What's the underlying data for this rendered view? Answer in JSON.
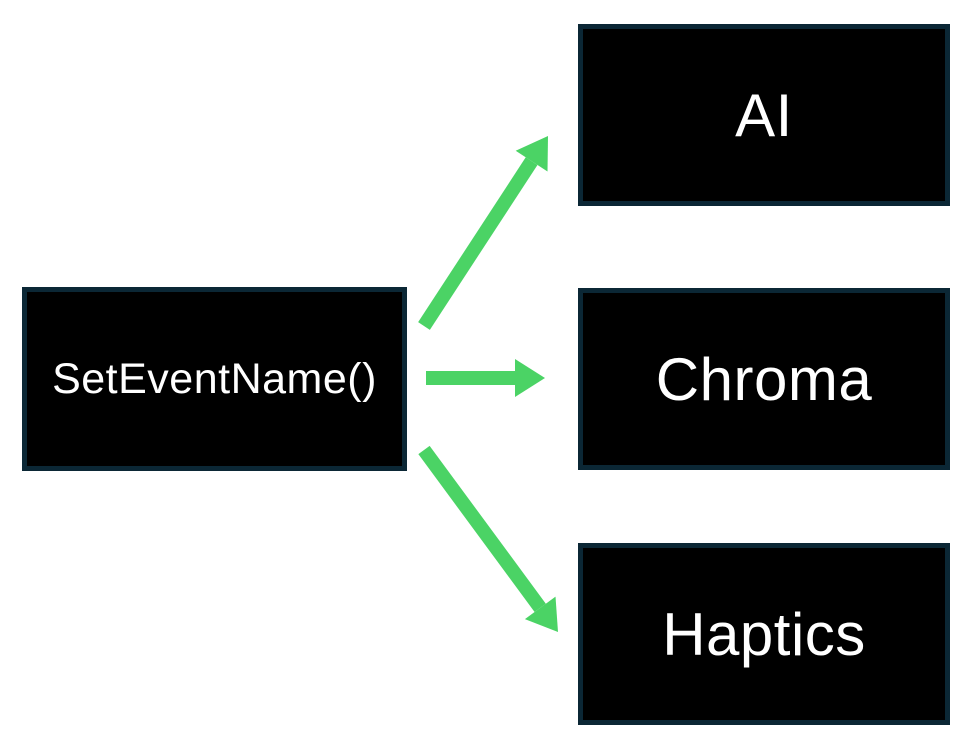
{
  "diagram": {
    "source": {
      "id": "seteventname",
      "label": "SetEventName()"
    },
    "targets": [
      {
        "id": "ai",
        "label": "AI"
      },
      {
        "id": "chroma",
        "label": "Chroma"
      },
      {
        "id": "haptics",
        "label": "Haptics"
      }
    ],
    "edges": [
      {
        "from": "seteventname",
        "to": "ai"
      },
      {
        "from": "seteventname",
        "to": "chroma"
      },
      {
        "from": "seteventname",
        "to": "haptics"
      }
    ],
    "colors": {
      "arrow": "#4bd365",
      "box_fill": "#000000",
      "box_border": "#0b2735",
      "text": "#ffffff",
      "background": "#ffffff"
    }
  }
}
